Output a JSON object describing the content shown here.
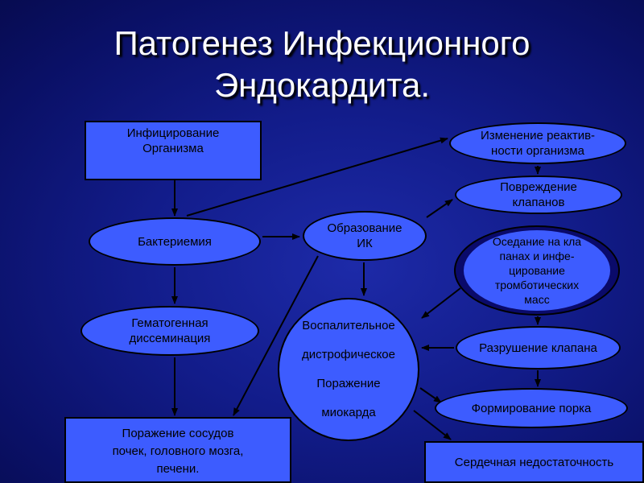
{
  "slide": {
    "title_line_1": "Патогенез Инфекционного",
    "title_line_2": "Эндокардита."
  },
  "nodes": {
    "infection": [
      "Инфицирование",
      "Организма"
    ],
    "reactivity": [
      "Изменение реактив-",
      "ности организма"
    ],
    "valve_damage": [
      "Повреждение",
      "клапанов"
    ],
    "bacteremia": [
      "Бактериемия"
    ],
    "ic_formation": [
      "Образование",
      "ИК"
    ],
    "thrombotic": [
      "Оседание на кла",
      "панах  и инфе-",
      "цирование",
      "тромботических",
      "масс"
    ],
    "hematogenous": [
      "Гематогенная",
      "диссеминация"
    ],
    "myocardium": [
      "Воспалительное",
      "дистрофическое",
      "Поражение",
      "миокарда"
    ],
    "valve_destruction": [
      "Разрушение клапана"
    ],
    "defect": [
      "Формирование порка"
    ],
    "vessels": [
      "Поражение сосудов",
      "почек, головного мозга,",
      "печени."
    ],
    "heart_failure": [
      "Сердечная недостаточность"
    ]
  },
  "colors": {
    "node_fill": "#3d5cff",
    "node_border": "#000000",
    "arrow": "#000000",
    "title_text": "#ffffff"
  }
}
